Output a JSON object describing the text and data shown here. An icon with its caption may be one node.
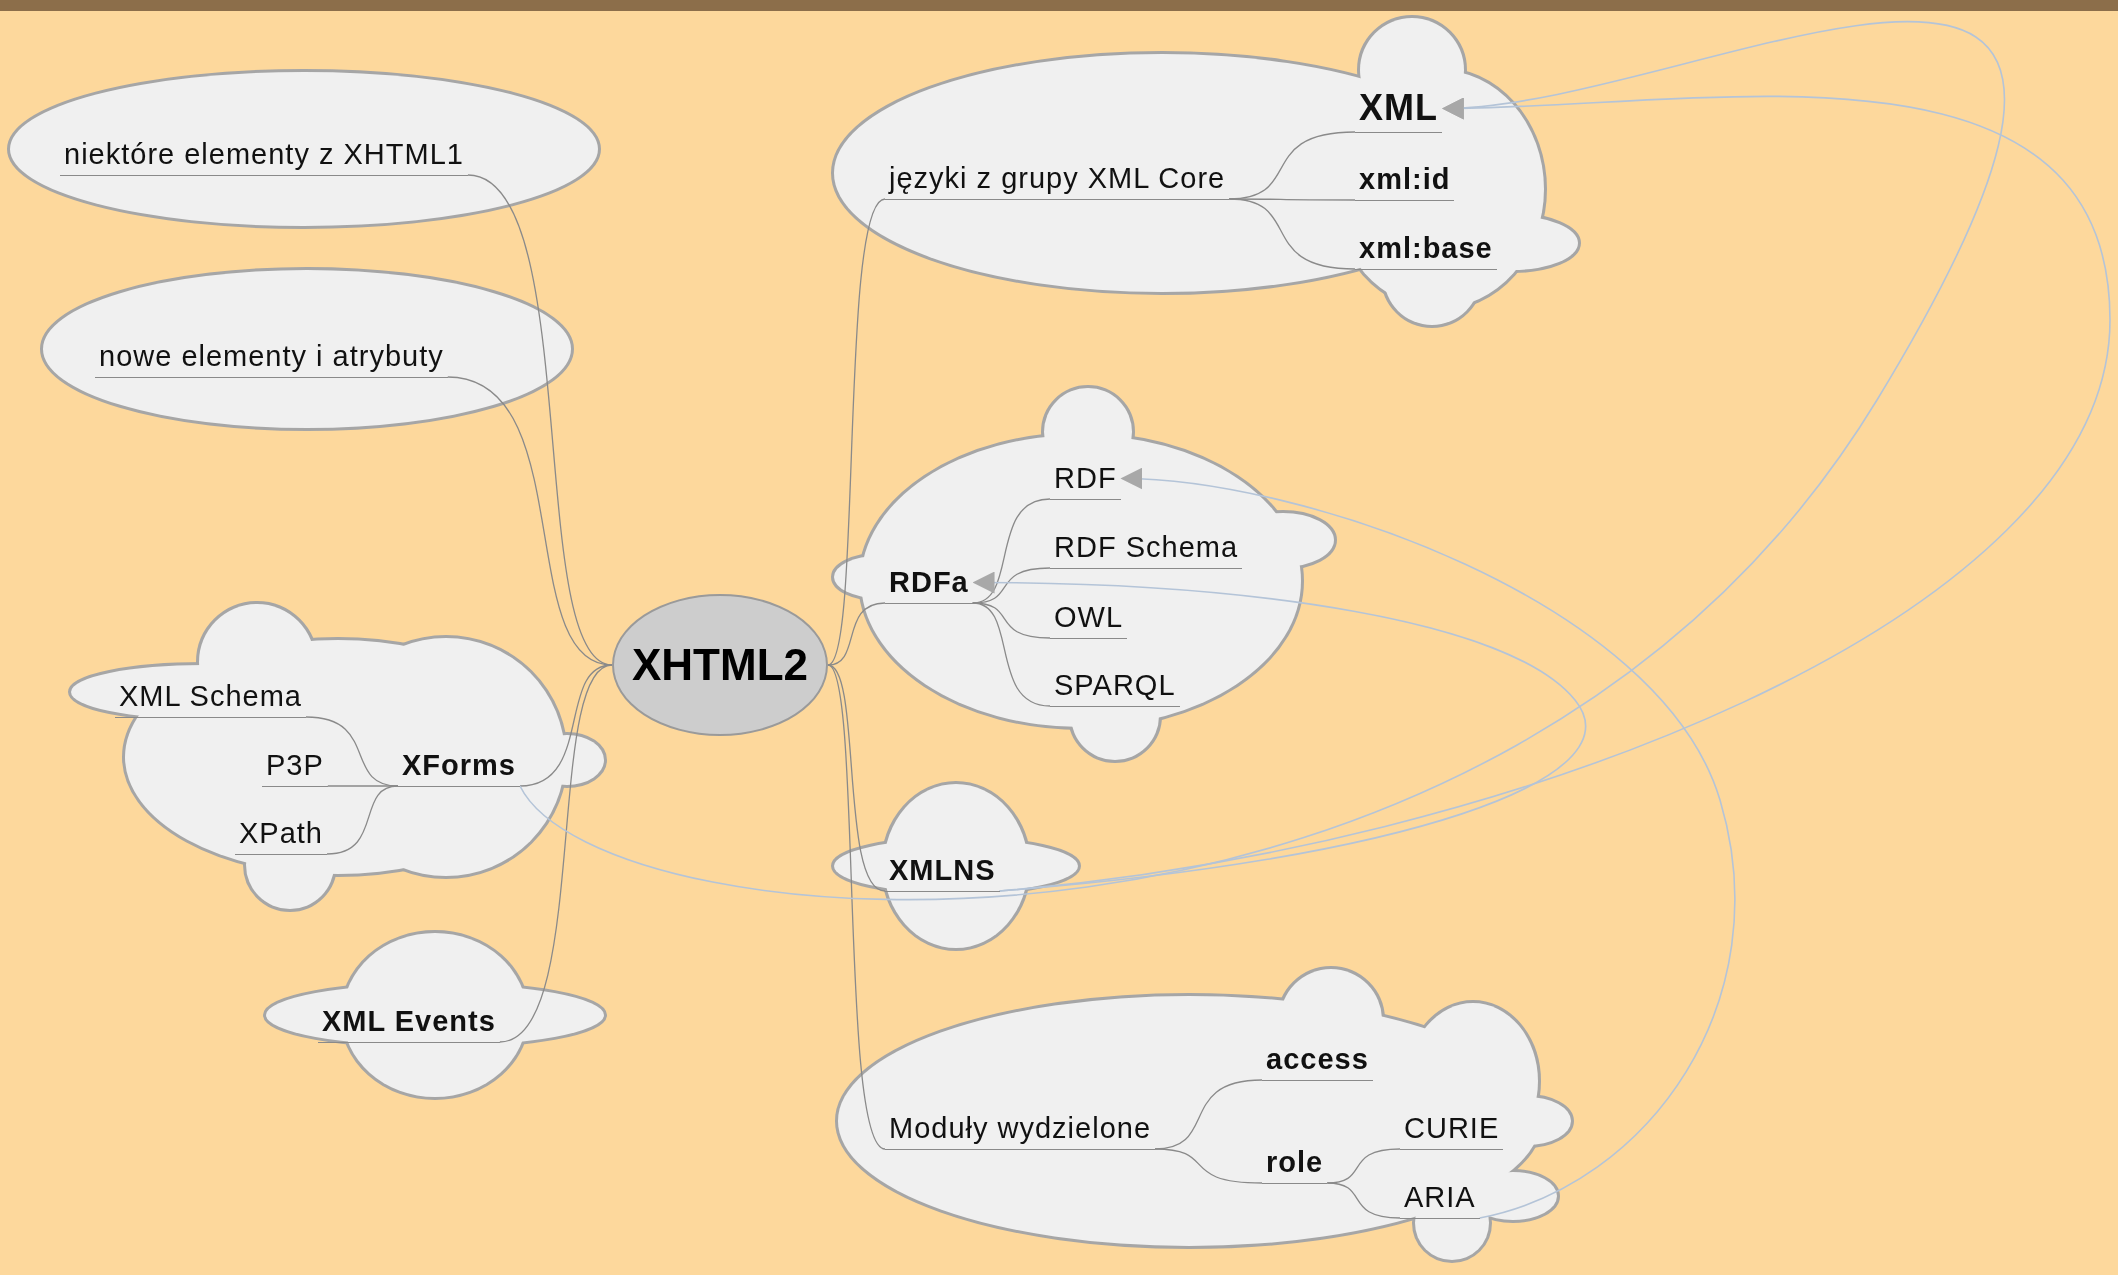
{
  "diagram": {
    "nodes": [
      {
        "text": [
          "XHTML2"
        ]
      },
      {
        "text": [],
        "shape": "cloud"
      },
      {
        "text": [
          "niektóre elementy z XHTML1"
        ],
        "in": 1
      },
      {
        "text": [],
        "shape": "cloud"
      },
      {
        "text": [
          "nowe elementy i atrybuty"
        ],
        "in": 3
      },
      {
        "text": [],
        "shape": "cloud"
      },
      {
        "text": [
          "XML Schema"
        ],
        "in": 5
      },
      {
        "text": [
          "P3P"
        ],
        "in": 5
      },
      {
        "text": [
          "XForms"
        ],
        "in": 5
      },
      {
        "text": [
          "XPath"
        ],
        "in": 5
      },
      {
        "text": [],
        "shape": "cloud"
      },
      {
        "text": [
          "XML Events"
        ],
        "in": 10
      },
      {
        "text": [],
        "shape": "cloud"
      },
      {
        "text": [
          "XML"
        ],
        "in": 12
      },
      {
        "text": [
          "języki z grupy XML Core"
        ],
        "in": 12
      },
      {
        "text": [
          "xml:id"
        ],
        "in": 12
      },
      {
        "text": [
          "xml:base"
        ],
        "in": 12
      },
      {
        "text": [],
        "shape": "cloud"
      },
      {
        "text": [
          "RDF"
        ],
        "in": 17
      },
      {
        "text": [
          "RDF Schema"
        ],
        "in": 17
      },
      {
        "text": [
          "RDFa"
        ],
        "in": 17
      },
      {
        "text": [
          "OWL"
        ],
        "in": 17
      },
      {
        "text": [
          "SPARQL"
        ],
        "in": 17
      },
      {
        "text": [],
        "shape": "cloud"
      },
      {
        "text": [
          "XMLNS"
        ],
        "in": 23
      },
      {
        "text": [],
        "shape": "cloud"
      },
      {
        "text": [
          "access"
        ],
        "in": 25
      },
      {
        "text": [
          "Moduły wydzielone"
        ],
        "in": 25
      },
      {
        "text": [
          "CURIE"
        ],
        "in": 25
      },
      {
        "text": [
          "role"
        ],
        "in": 25
      },
      {
        "text": [
          "ARIA"
        ],
        "in": 25
      }
    ],
    "edges": [
      {
        "from": 0,
        "to": 2,
        "arrow": "none"
      },
      {
        "from": 0,
        "to": 4,
        "arrow": "none"
      },
      {
        "from": 0,
        "to": 8,
        "arrow": "none"
      },
      {
        "from": 0,
        "to": 11,
        "arrow": "none"
      },
      {
        "from": 8,
        "to": 6,
        "arrow": "none"
      },
      {
        "from": 8,
        "to": 7,
        "arrow": "none"
      },
      {
        "from": 8,
        "to": 9,
        "arrow": "none"
      },
      {
        "from": 0,
        "to": 14,
        "arrow": "none"
      },
      {
        "from": 14,
        "to": 13,
        "arrow": "none"
      },
      {
        "from": 14,
        "to": 15,
        "arrow": "none"
      },
      {
        "from": 14,
        "to": 16,
        "arrow": "none"
      },
      {
        "from": 0,
        "to": 20,
        "arrow": "none"
      },
      {
        "from": 20,
        "to": 18,
        "arrow": "none"
      },
      {
        "from": 20,
        "to": 19,
        "arrow": "none"
      },
      {
        "from": 20,
        "to": 21,
        "arrow": "none"
      },
      {
        "from": 20,
        "to": 22,
        "arrow": "none"
      },
      {
        "from": 0,
        "to": 24,
        "arrow": "none"
      },
      {
        "from": 0,
        "to": 27,
        "arrow": "none"
      },
      {
        "from": 27,
        "to": 26,
        "arrow": "none"
      },
      {
        "from": 27,
        "to": 29,
        "arrow": "none"
      },
      {
        "from": 29,
        "to": 28,
        "arrow": "none"
      },
      {
        "from": 29,
        "to": 30,
        "arrow": "none"
      },
      {
        "from": 24,
        "to": 13,
        "arrow": "to",
        "color": "#b4c4d8"
      },
      {
        "from": 8,
        "to": 13,
        "arrow": "to",
        "color": "#b4c4d8"
      },
      {
        "from": 24,
        "to": 20,
        "arrow": "to",
        "color": "#b4c4d8"
      },
      {
        "from": 30,
        "to": 18,
        "arrow": "to",
        "color": "#b4c4d8"
      }
    ]
  }
}
